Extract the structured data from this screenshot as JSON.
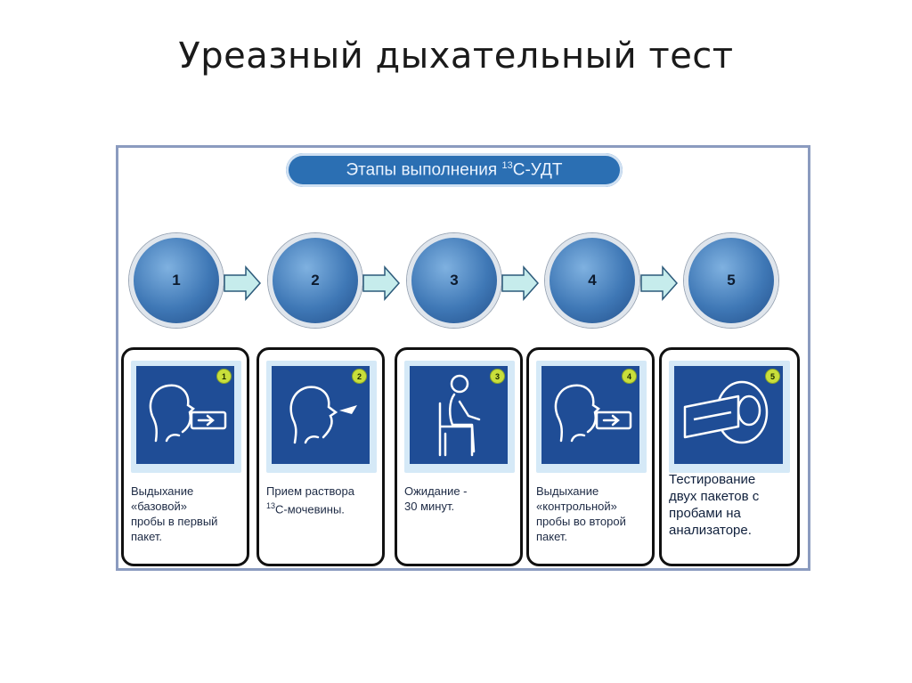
{
  "slide": {
    "title": "Уреазный дыхательный тест"
  },
  "header": {
    "prefix": "Этапы выполнения ",
    "superscript": "13",
    "suffix": "С-УДТ"
  },
  "steps": [
    {
      "number": "1",
      "badge": "1",
      "icon": "breath-bag-icon",
      "text": "Выдыхание\n«базовой»\nпробы в первый\nпакет."
    },
    {
      "number": "2",
      "badge": "2",
      "icon": "drink-solution-icon",
      "text_sup": "13",
      "text_after": "С-мочевины.",
      "text_before": "Прием раствора"
    },
    {
      "number": "3",
      "badge": "3",
      "icon": "seated-person-icon",
      "text": "Ожидание -\n30 минут."
    },
    {
      "number": "4",
      "badge": "4",
      "icon": "breath-bag-icon",
      "text": "Выдыхание\n«контрольной»\nпробы во второй\nпакет."
    },
    {
      "number": "5",
      "badge": "5",
      "icon": "analyzer-icon",
      "text": "Тестирование\nдвух пакетов с\nпробами на\nанализаторе."
    }
  ],
  "colors": {
    "pill": "#2b6fb3",
    "icon_bg": "#1f4d96",
    "arrow_fill": "#c6ecec",
    "badge": "#c9df3b"
  }
}
